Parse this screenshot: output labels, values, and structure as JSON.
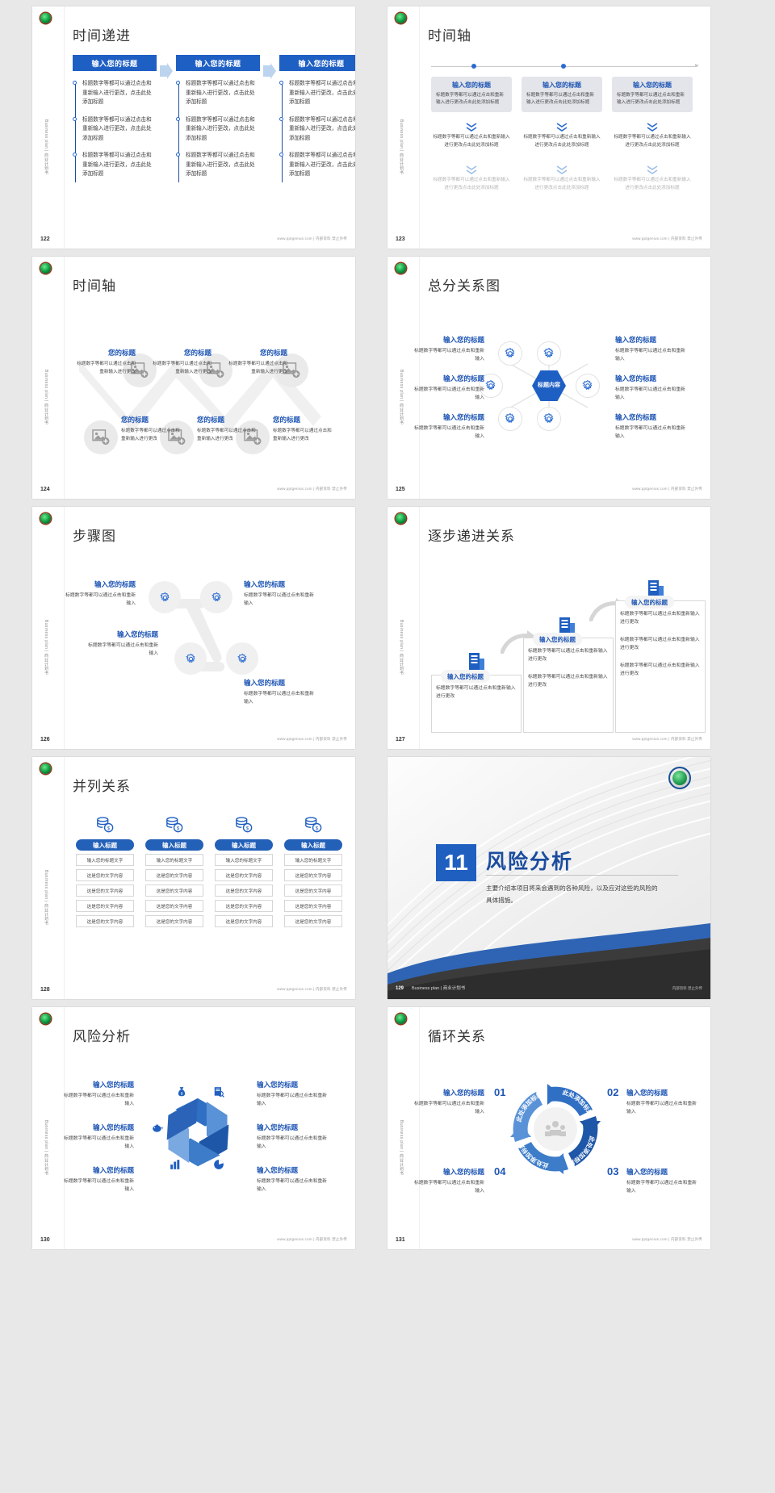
{
  "common": {
    "footer_web": "www.pptgenius.com | 内部资料 禁止外传",
    "vertical_brand": "Business plan | 商业计划书",
    "title_placeholder": "输入您的标题",
    "body_placeholder_a": "标题数字等都可以通过点击和重新输入进行更改，点击此处添加标题",
    "body_placeholder_b": "标题数字等都可以通过点击和重新输入进行更改点击此处添加标题",
    "body_short": "标题数字等都可以通过点击和重新输入",
    "body_short2": "标题数字等都可以通过点击和重新输入进行更改"
  },
  "slides": [
    {
      "num": "122",
      "title": "时间递进",
      "columns": [
        {
          "head": "输入您的标题",
          "items": [
            "标题数字等都可以通过点击和重新输入进行更改，点击此处添加标题",
            "标题数字等都可以通过点击和重新输入进行更改，点击此处添加标题",
            "标题数字等都可以通过点击和重新输入进行更改，点击此处添加标题"
          ]
        },
        {
          "head": "输入您的标题",
          "items": [
            "标题数字等都可以通过点击和重新输入进行更改，点击此处添加标题",
            "标题数字等都可以通过点击和重新输入进行更改，点击此处添加标题",
            "标题数字等都可以通过点击和重新输入进行更改，点击此处添加标题"
          ]
        },
        {
          "head": "输入您的标题",
          "items": [
            "标题数字等都可以通过点击和重新输入进行更改，点击此处添加标题",
            "标题数字等都可以通过点击和重新输入进行更改，点击此处添加标题",
            "标题数字等都可以通过点击和重新输入进行更改，点击此处添加标题"
          ]
        }
      ]
    },
    {
      "num": "123",
      "title": "时间轴",
      "cards": [
        {
          "head": "输入您的标题",
          "body": "标题数字等都可以通过点击和重新输入进行更改点击此处添加标题",
          "sub1": "标题数字等都可以通过点击和重新输入进行更改点击此处添加标题",
          "sub2": "标题数字等都可以通过点击和重新输入进行更改点击此处添加标题"
        },
        {
          "head": "输入您的标题",
          "body": "标题数字等都可以通过点击和重新输入进行更改点击此处添加标题",
          "sub1": "标题数字等都可以通过点击和重新输入进行更改点击此处添加标题",
          "sub2": "标题数字等都可以通过点击和重新输入进行更改点击此处添加标题"
        },
        {
          "head": "输入您的标题",
          "body": "标题数字等都可以通过点击和重新输入进行更改点击此处添加标题",
          "sub1": "标题数字等都可以通过点击和重新输入进行更改点击此处添加标题",
          "sub2": "标题数字等都可以通过点击和重新输入进行更改点击此处添加标题"
        }
      ]
    },
    {
      "num": "124",
      "title": "时间轴",
      "nodes": [
        {
          "head": "您的标题",
          "body": "标题数字等都可以通过点击和重新输入进行更改"
        },
        {
          "head": "您的标题",
          "body": "标题数字等都可以通过点击和重新输入进行更改"
        },
        {
          "head": "您的标题",
          "body": "标题数字等都可以通过点击和重新输入进行更改"
        },
        {
          "head": "您的标题",
          "body": "标题数字等都可以通过点击和重新输入进行更改"
        },
        {
          "head": "您的标题",
          "body": "标题数字等都可以通过点击和重新输入进行更改"
        },
        {
          "head": "您的标题",
          "body": "标题数字等都可以通过点击和重新输入进行更改"
        }
      ]
    },
    {
      "num": "125",
      "title": "总分关系图",
      "hub": "标题内容",
      "nodes": [
        {
          "head": "输入您的标题",
          "body": "标题数字等都可以通过点击和重新输入"
        },
        {
          "head": "输入您的标题",
          "body": "标题数字等都可以通过点击和重新输入"
        },
        {
          "head": "输入您的标题",
          "body": "标题数字等都可以通过点击和重新输入"
        },
        {
          "head": "输入您的标题",
          "body": "标题数字等都可以通过点击和重新输入"
        },
        {
          "head": "输入您的标题",
          "body": "标题数字等都可以通过点击和重新输入"
        },
        {
          "head": "输入您的标题",
          "body": "标题数字等都可以通过点击和重新输入"
        }
      ]
    },
    {
      "num": "126",
      "title": "步骤图",
      "nodes": [
        {
          "head": "输入您的标题",
          "body": "标题数字等都可以通过点击和重新输入"
        },
        {
          "head": "输入您的标题",
          "body": "标题数字等都可以通过点击和重新输入"
        },
        {
          "head": "输入您的标题",
          "body": "标题数字等都可以通过点击和重新输入"
        },
        {
          "head": "输入您的标题",
          "body": "标题数字等都可以通过点击和重新输入"
        }
      ]
    },
    {
      "num": "127",
      "title": "逐步递进关系",
      "steps": [
        {
          "head": "输入您的标题",
          "lines": [
            "标题数字等都可以通过点击和重新输入进行更改"
          ]
        },
        {
          "head": "输入您的标题",
          "lines": [
            "标题数字等都可以通过点击和重新输入进行更改",
            "标题数字等都可以通过点击和重新输入进行更改"
          ]
        },
        {
          "head": "输入您的标题",
          "lines": [
            "标题数字等都可以通过点击和重新输入进行更改",
            "标题数字等都可以通过点击和重新输入进行更改",
            "标题数字等都可以通过点击和重新输入进行更改"
          ]
        }
      ]
    },
    {
      "num": "128",
      "title": "并列关系",
      "columns": [
        {
          "pill": "输入标题",
          "rows": [
            "输入您的标题文字",
            "这是您的文字内容",
            "这是您的文字内容",
            "这是您的文字内容",
            "这是您的文字内容"
          ]
        },
        {
          "pill": "输入标题",
          "rows": [
            "输入您的标题文字",
            "这是您的文字内容",
            "这是您的文字内容",
            "这是您的文字内容",
            "这是您的文字内容"
          ]
        },
        {
          "pill": "输入标题",
          "rows": [
            "输入您的标题文字",
            "这是您的文字内容",
            "这是您的文字内容",
            "这是您的文字内容",
            "这是您的文字内容"
          ]
        },
        {
          "pill": "输入标题",
          "rows": [
            "输入您的标题文字",
            "这是您的文字内容",
            "这是您的文字内容",
            "这是您的文字内容",
            "这是您的文字内容"
          ]
        }
      ]
    },
    {
      "num": "129",
      "chapter_number": "11",
      "title": "风险分析",
      "subtitle": "主要介绍本项目将来会遇到的各种风险，以及应对这些的风险的具体措施。",
      "footer_brand": "Business plan | 商业计划书",
      "footer_web": "内部资料 禁止外传"
    },
    {
      "num": "130",
      "title": "风险分析",
      "nodes": [
        {
          "head": "输入您的标题",
          "body": "标题数字等都可以通过点击和重新输入"
        },
        {
          "head": "输入您的标题",
          "body": "标题数字等都可以通过点击和重新输入"
        },
        {
          "head": "输入您的标题",
          "body": "标题数字等都可以通过点击和重新输入"
        },
        {
          "head": "输入您的标题",
          "body": "标题数字等都可以通过点击和重新输入"
        },
        {
          "head": "输入您的标题",
          "body": "标题数字等都可以通过点击和重新输入"
        },
        {
          "head": "输入您的标题",
          "body": "标题数字等都可以通过点击和重新输入"
        }
      ]
    },
    {
      "num": "131",
      "title": "循环关系",
      "ring_labels": [
        "此处添加标题",
        "此处添加标题",
        "此处添加标题",
        "此处添加标题"
      ],
      "numbers": [
        "01",
        "02",
        "03",
        "04"
      ],
      "nodes": [
        {
          "head": "输入您的标题",
          "body": "标题数字等都可以通过点击和重新输入"
        },
        {
          "head": "输入您的标题",
          "body": "标题数字等都可以通过点击和重新输入"
        },
        {
          "head": "输入您的标题",
          "body": "标题数字等都可以通过点击和重新输入"
        },
        {
          "head": "输入您的标题",
          "body": "标题数字等都可以通过点击和重新输入"
        }
      ]
    }
  ]
}
